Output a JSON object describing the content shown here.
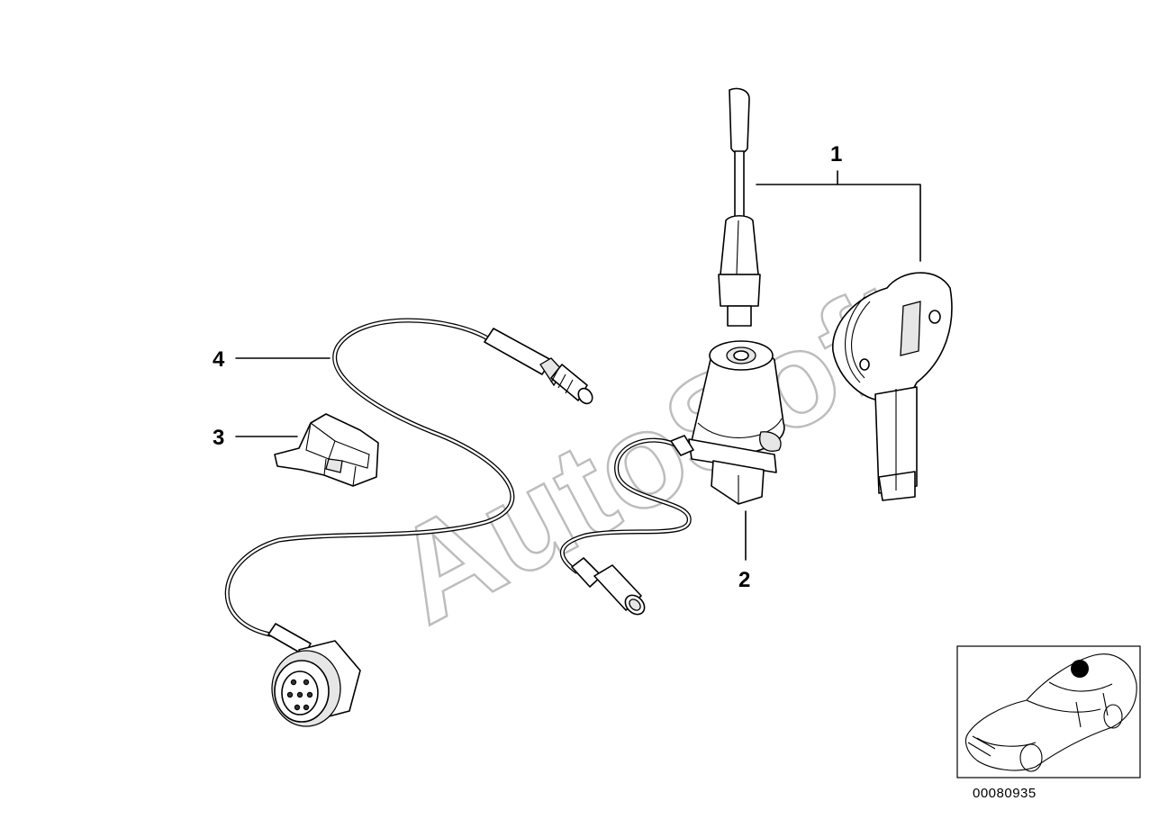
{
  "callouts": {
    "c1": "1",
    "c2": "2",
    "c3": "3",
    "c4": "4"
  },
  "diagram_id": "00080935",
  "watermark": "AutoSoft",
  "colors": {
    "ink": "#000000",
    "background": "#ffffff",
    "watermark_outline": "#bdbdbd",
    "locator_dot": "#000000"
  }
}
